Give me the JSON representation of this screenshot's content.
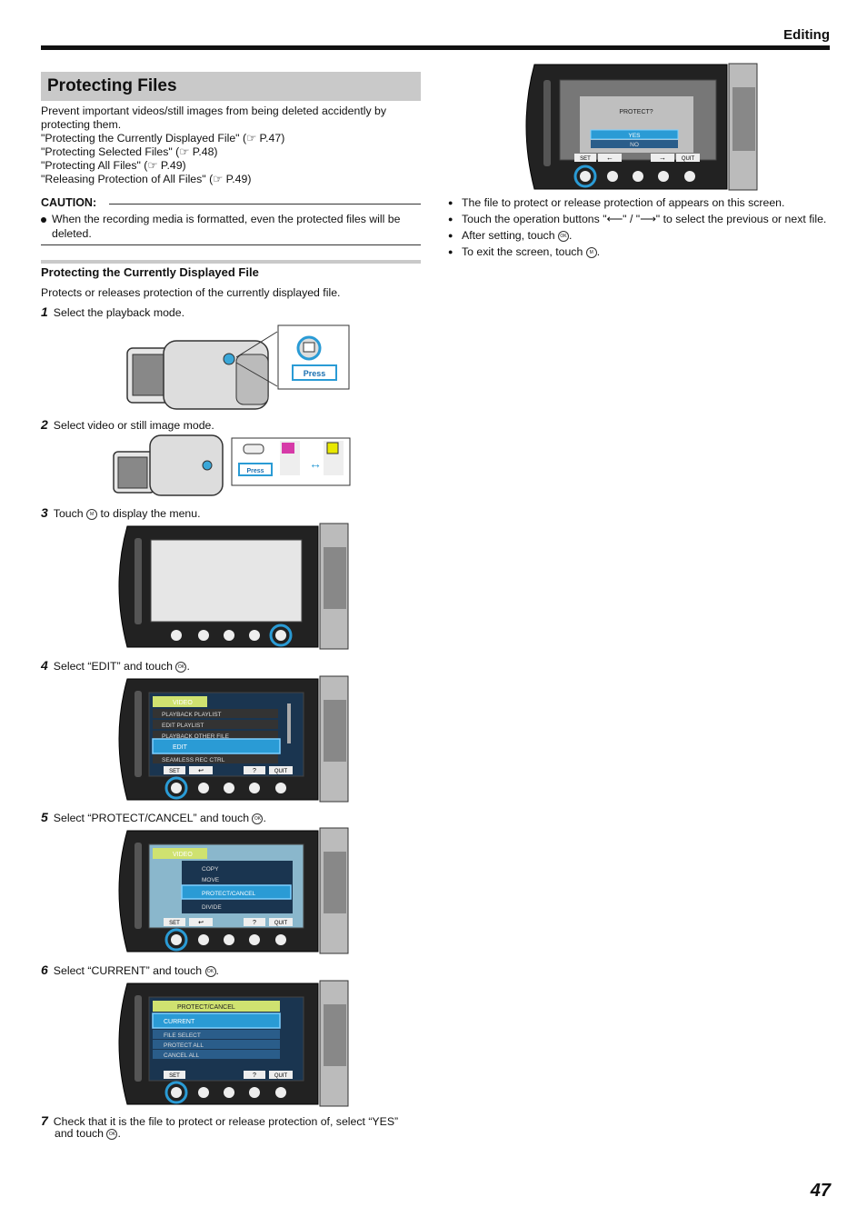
{
  "header": {
    "section": "Editing"
  },
  "title": "Protecting Files",
  "intro": {
    "text": "Prevent important videos/still images from being deleted accidently by protecting them.",
    "text_line1": "Prevent important videos/still images from being deleted accidently by",
    "text_line2": "protecting them.",
    "links": [
      "\"Protecting the Currently Displayed File\"  (☞ P.47)",
      "\"Protecting Selected Files\"  (☞ P.48)",
      "\"Protecting All Files\"  (☞ P.49)",
      "\"Releasing Protection of All Files\"  (☞ P.49)"
    ]
  },
  "caution": {
    "label": "CAUTION:",
    "line1": "When the recording media is formatted, even the protected files will be",
    "line2": "deleted."
  },
  "subsection": {
    "title": "Protecting the Currently Displayed File",
    "desc": "Protects or releases protection of the currently displayed file."
  },
  "steps": [
    {
      "num": "1",
      "text": "Select the playback mode."
    },
    {
      "num": "2",
      "text": "Select video or still image mode."
    },
    {
      "num": "3",
      "pre": "Touch ",
      "post": " to display the menu."
    },
    {
      "num": "4",
      "pre": "Select “EDIT” and touch ",
      "post": "."
    },
    {
      "num": "5",
      "pre": "Select “PROTECT/CANCEL” and touch ",
      "post": "."
    },
    {
      "num": "6",
      "pre": "Select “CURRENT” and touch ",
      "post": "."
    },
    {
      "num": "7",
      "line1": "Check that it is the file to protect or release protection of, select “YES”",
      "line2": "and touch ",
      "post": "."
    }
  ],
  "screens": {
    "press_label": "Press",
    "set": "SET",
    "quit": "QUIT",
    "help": "?",
    "ok_icon": "OK",
    "menu_icon": "MENU",
    "step4": {
      "tab": "VIDEO",
      "items": [
        "PLAYBACK PLAYLIST",
        "EDIT PLAYLIST",
        "PLAYBACK OTHER FILE",
        "EDIT",
        "SEAMLESS REC CTRL"
      ]
    },
    "step5": {
      "tab": "VIDEO",
      "items": [
        "COPY",
        "MOVE",
        "PROTECT/CANCEL",
        "DIVIDE"
      ]
    },
    "step6": {
      "title": "PROTECT/CANCEL",
      "items": [
        "CURRENT",
        "FILE SELECT",
        "PROTECT ALL",
        "CANCEL ALL"
      ]
    },
    "step7": {
      "prompt": "PROTECT?",
      "yes": "YES",
      "no": "NO"
    }
  },
  "right_bullets": [
    "The file to protect or release protection of appears on this screen.",
    "Touch the operation buttons \"⟵\" / \"⟶\" to select the previous or next file.",
    "After setting, touch",
    "To exit the screen, touch"
  ],
  "page_number": "47"
}
